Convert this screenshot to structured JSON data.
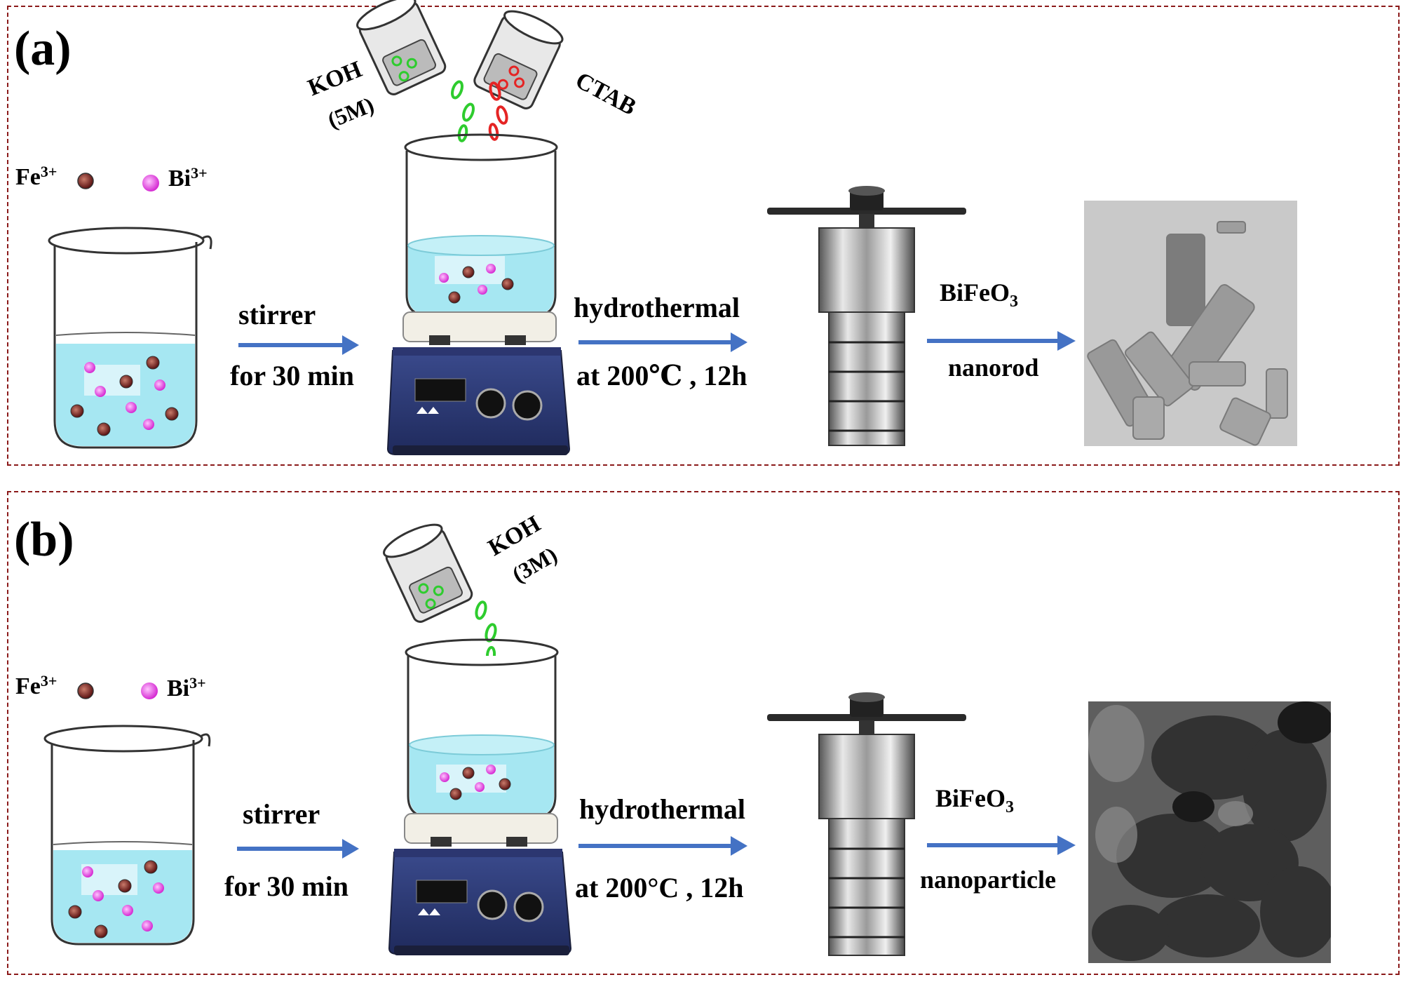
{
  "panel_a": {
    "letter": "(a)",
    "ion_fe": "Fe",
    "ion_fe_charge": "3+",
    "ion_bi": "Bi",
    "ion_bi_charge": "3+",
    "reagent1_name": "KOH",
    "reagent1_conc": "(5M)",
    "reagent2_name": "CTAB",
    "step1_top": "stirrer",
    "step1_bottom": "for  30 min",
    "step2_top": "hydrothermal",
    "step2_bottom": "at 200℃  , 12h",
    "product_name": "BiFeO",
    "product_sub": "3",
    "product_shape": "nanorod"
  },
  "panel_b": {
    "letter": "(b)",
    "ion_fe": "Fe",
    "ion_fe_charge": "3+",
    "ion_bi": "Bi",
    "ion_bi_charge": "3+",
    "reagent1_name": "KOH",
    "reagent1_conc": "(3M)",
    "step1_top": "stirrer",
    "step1_bottom": "for 30 min",
    "step2_top": "hydrothermal",
    "step2_bottom": "at 200°C , 12h",
    "product_name": "BiFeO",
    "product_sub": "3",
    "product_shape": "nanoparticle"
  },
  "colors": {
    "frame": "#8b1a1a",
    "arrow": "#4472c4",
    "solution": "#9fe3f0",
    "fe_ion": "#7a1f1f",
    "bi_ion": "#e23de0",
    "koh_drop": "#2ecc2e",
    "ctab_drop": "#e52424"
  }
}
